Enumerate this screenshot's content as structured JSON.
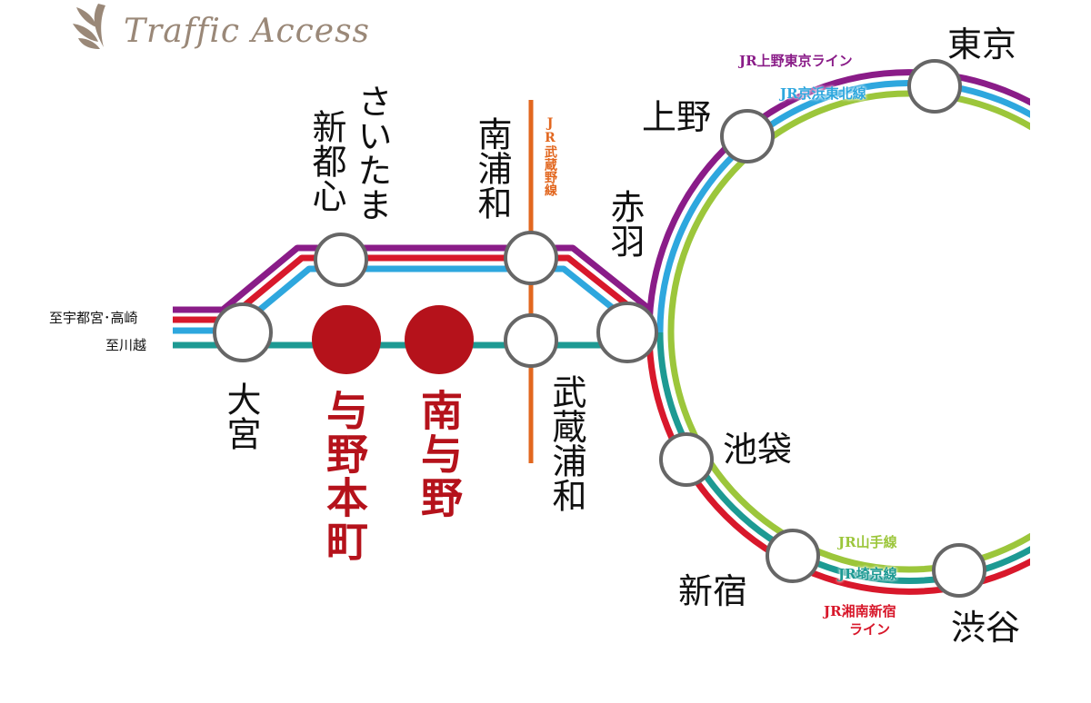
{
  "header": {
    "title": "Traffic Access",
    "logo_icon": "leaf-ornament-icon"
  },
  "colors": {
    "ueno_tokyo": "#8a1c88",
    "keihin_tohoku": "#2ea7de",
    "yamanote": "#9cc63b",
    "saikyo": "#1d9a93",
    "shonan_shinjuku": "#d8182b",
    "musashino": "#e2671f",
    "highlight": "#b5121b",
    "station_ring": "#666666"
  },
  "lines": {
    "ueno_tokyo": "JR上野東京ライン",
    "keihin_tohoku": "JR京浜東北線",
    "yamanote": "JR山手線",
    "saikyo": "JR埼京線",
    "shonan_shinjuku_1": "JR湘南新宿",
    "shonan_shinjuku_2": "ライン",
    "musashino": "JR武蔵野線"
  },
  "destinations": {
    "utsunomiya": "至宇都宮･高崎",
    "kawagoe": "至川越"
  },
  "stations": {
    "omiya": "大宮",
    "saitama_1": "さいたま",
    "saitama_2": "新都心",
    "minami_urawa": "南浦和",
    "musashi_urawa": "武蔵浦和",
    "akabane": "赤羽",
    "ueno": "上野",
    "tokyo": "東京",
    "ikebukuro": "池袋",
    "shinjuku": "新宿",
    "shibuya": "渋谷",
    "yono_honmachi": "与野本町",
    "minami_yono": "南与野"
  }
}
